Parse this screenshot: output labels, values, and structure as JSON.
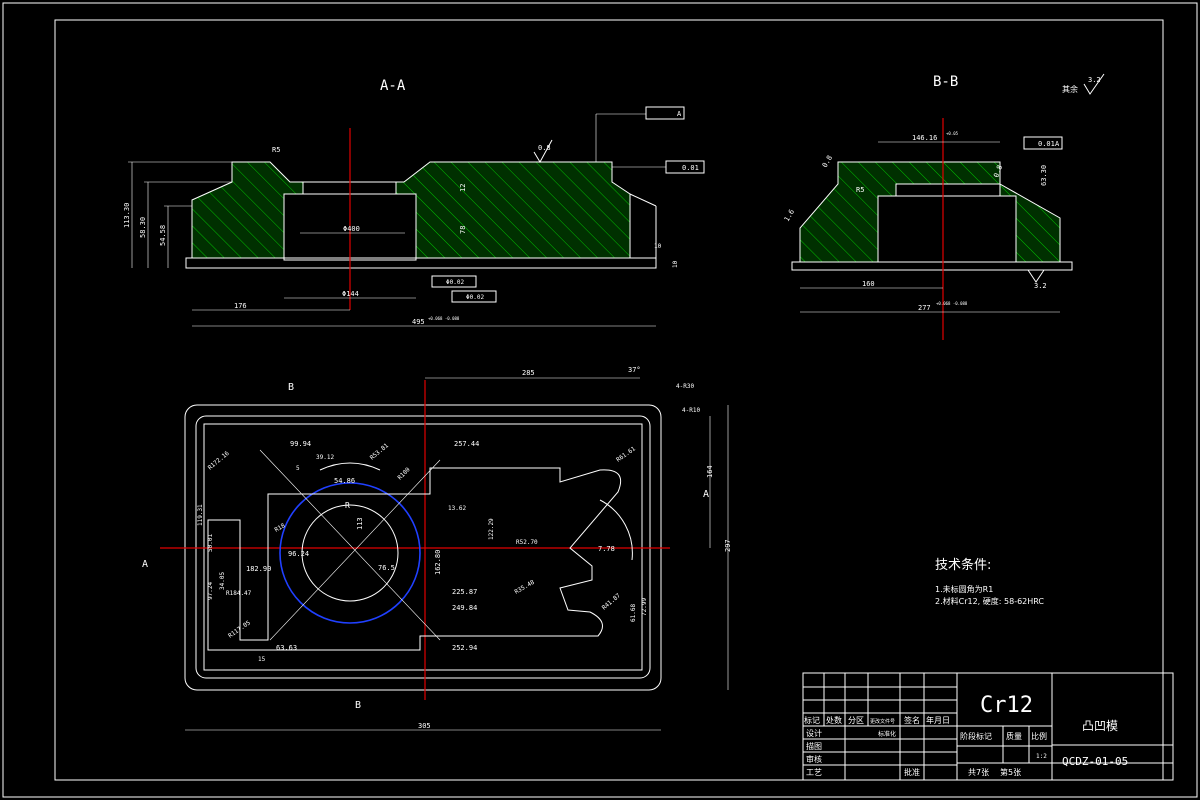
{
  "views": {
    "section_aa": {
      "title": "A-A",
      "dims": {
        "r5": "R5",
        "ra_top": "0.8",
        "flatness": "0.01",
        "datum": "A",
        "parallel": "0.01",
        "h12": "12",
        "h78": "78",
        "h10a": "10",
        "h10b": "10",
        "d400": "Φ400",
        "d144": "Φ144",
        "w176": "176",
        "w495": "495",
        "tol_495": "+0.068 -0.088",
        "pos_a": "Φ0.02",
        "pos_b": "Φ0.02",
        "v113": "113.30",
        "v58": "58.30",
        "v54": "54.58"
      }
    },
    "section_bb": {
      "title": "B-B",
      "dims": {
        "w146": "146.16",
        "tol_146": "+0.05",
        "flatness": "0.01",
        "datum": "A",
        "ra_left": "0.8",
        "ra_mid": "0.8",
        "ra_bottom": "3.2",
        "ra_side": "1.6",
        "r5": "R5",
        "h63": "63.30",
        "w160": "160",
        "w277": "277",
        "tol_277": "+0.068 -0.088"
      },
      "surface_note": "其余",
      "surface_value": "3.2"
    },
    "plan": {
      "marker_b": "B",
      "marker_a": "A",
      "center_mark": "R",
      "dims": {
        "d285": "285",
        "a37": "37°",
        "r4a": "4-R30",
        "r4b": "4-R10",
        "d164": "164",
        "d297": "297",
        "d305": "305",
        "d99": "99.94",
        "d39": "39.12",
        "d54": "54.86",
        "d257": "257.44",
        "d113": "113",
        "d76": "76.5",
        "d96": "96.24",
        "d182": "182.90",
        "d225": "225.87",
        "d249": "249.84",
        "d252": "252.94",
        "d63": "63.63",
        "d7": "7.78",
        "d61": "61.68",
        "d72": "72.99",
        "d97": "97.24",
        "d34": "34.05",
        "d50": "50.01",
        "d119": "119.31",
        "d162": "162.80",
        "d13": "13.62",
        "d122": "122.29",
        "r172": "R172.16",
        "r184": "R184.47",
        "r117": "R117.05",
        "r53": "R53.81",
        "r52": "R52.70",
        "r35": "R35.48",
        "r41": "R41.87",
        "r100": "R100",
        "r18": "R18",
        "r61": "R61.61",
        "d5": "5",
        "d15": "15"
      }
    }
  },
  "tech_notes": {
    "heading": "技术条件:",
    "items": [
      "1.未标圆角为R1",
      "2.材料Cr12, 硬度: 58-62HRC"
    ]
  },
  "title_block": {
    "material": "Cr12",
    "part_name": "凸凹模",
    "drawing_no": "QCDZ-01-05",
    "header_row": {
      "c1": "标记",
      "c2": "处数",
      "c3": "分区",
      "c4": "更改文件号",
      "c5": "签名",
      "c6": "年月日"
    },
    "design": "设计",
    "standardize": "标准化",
    "drawing": "描图",
    "review": "审核",
    "process": "工艺",
    "approve": "批准",
    "stage_mark": "阶段标记",
    "weight": "质量",
    "scale": "比例",
    "scale_value": "1:2",
    "sheets_total": "共7张",
    "sheet_no": "第5张"
  },
  "colors": {
    "background": "#000000",
    "lines": "#ffffff",
    "centerline": "#e00000",
    "hatch": "#00c000",
    "highlight": "#2040ff"
  }
}
